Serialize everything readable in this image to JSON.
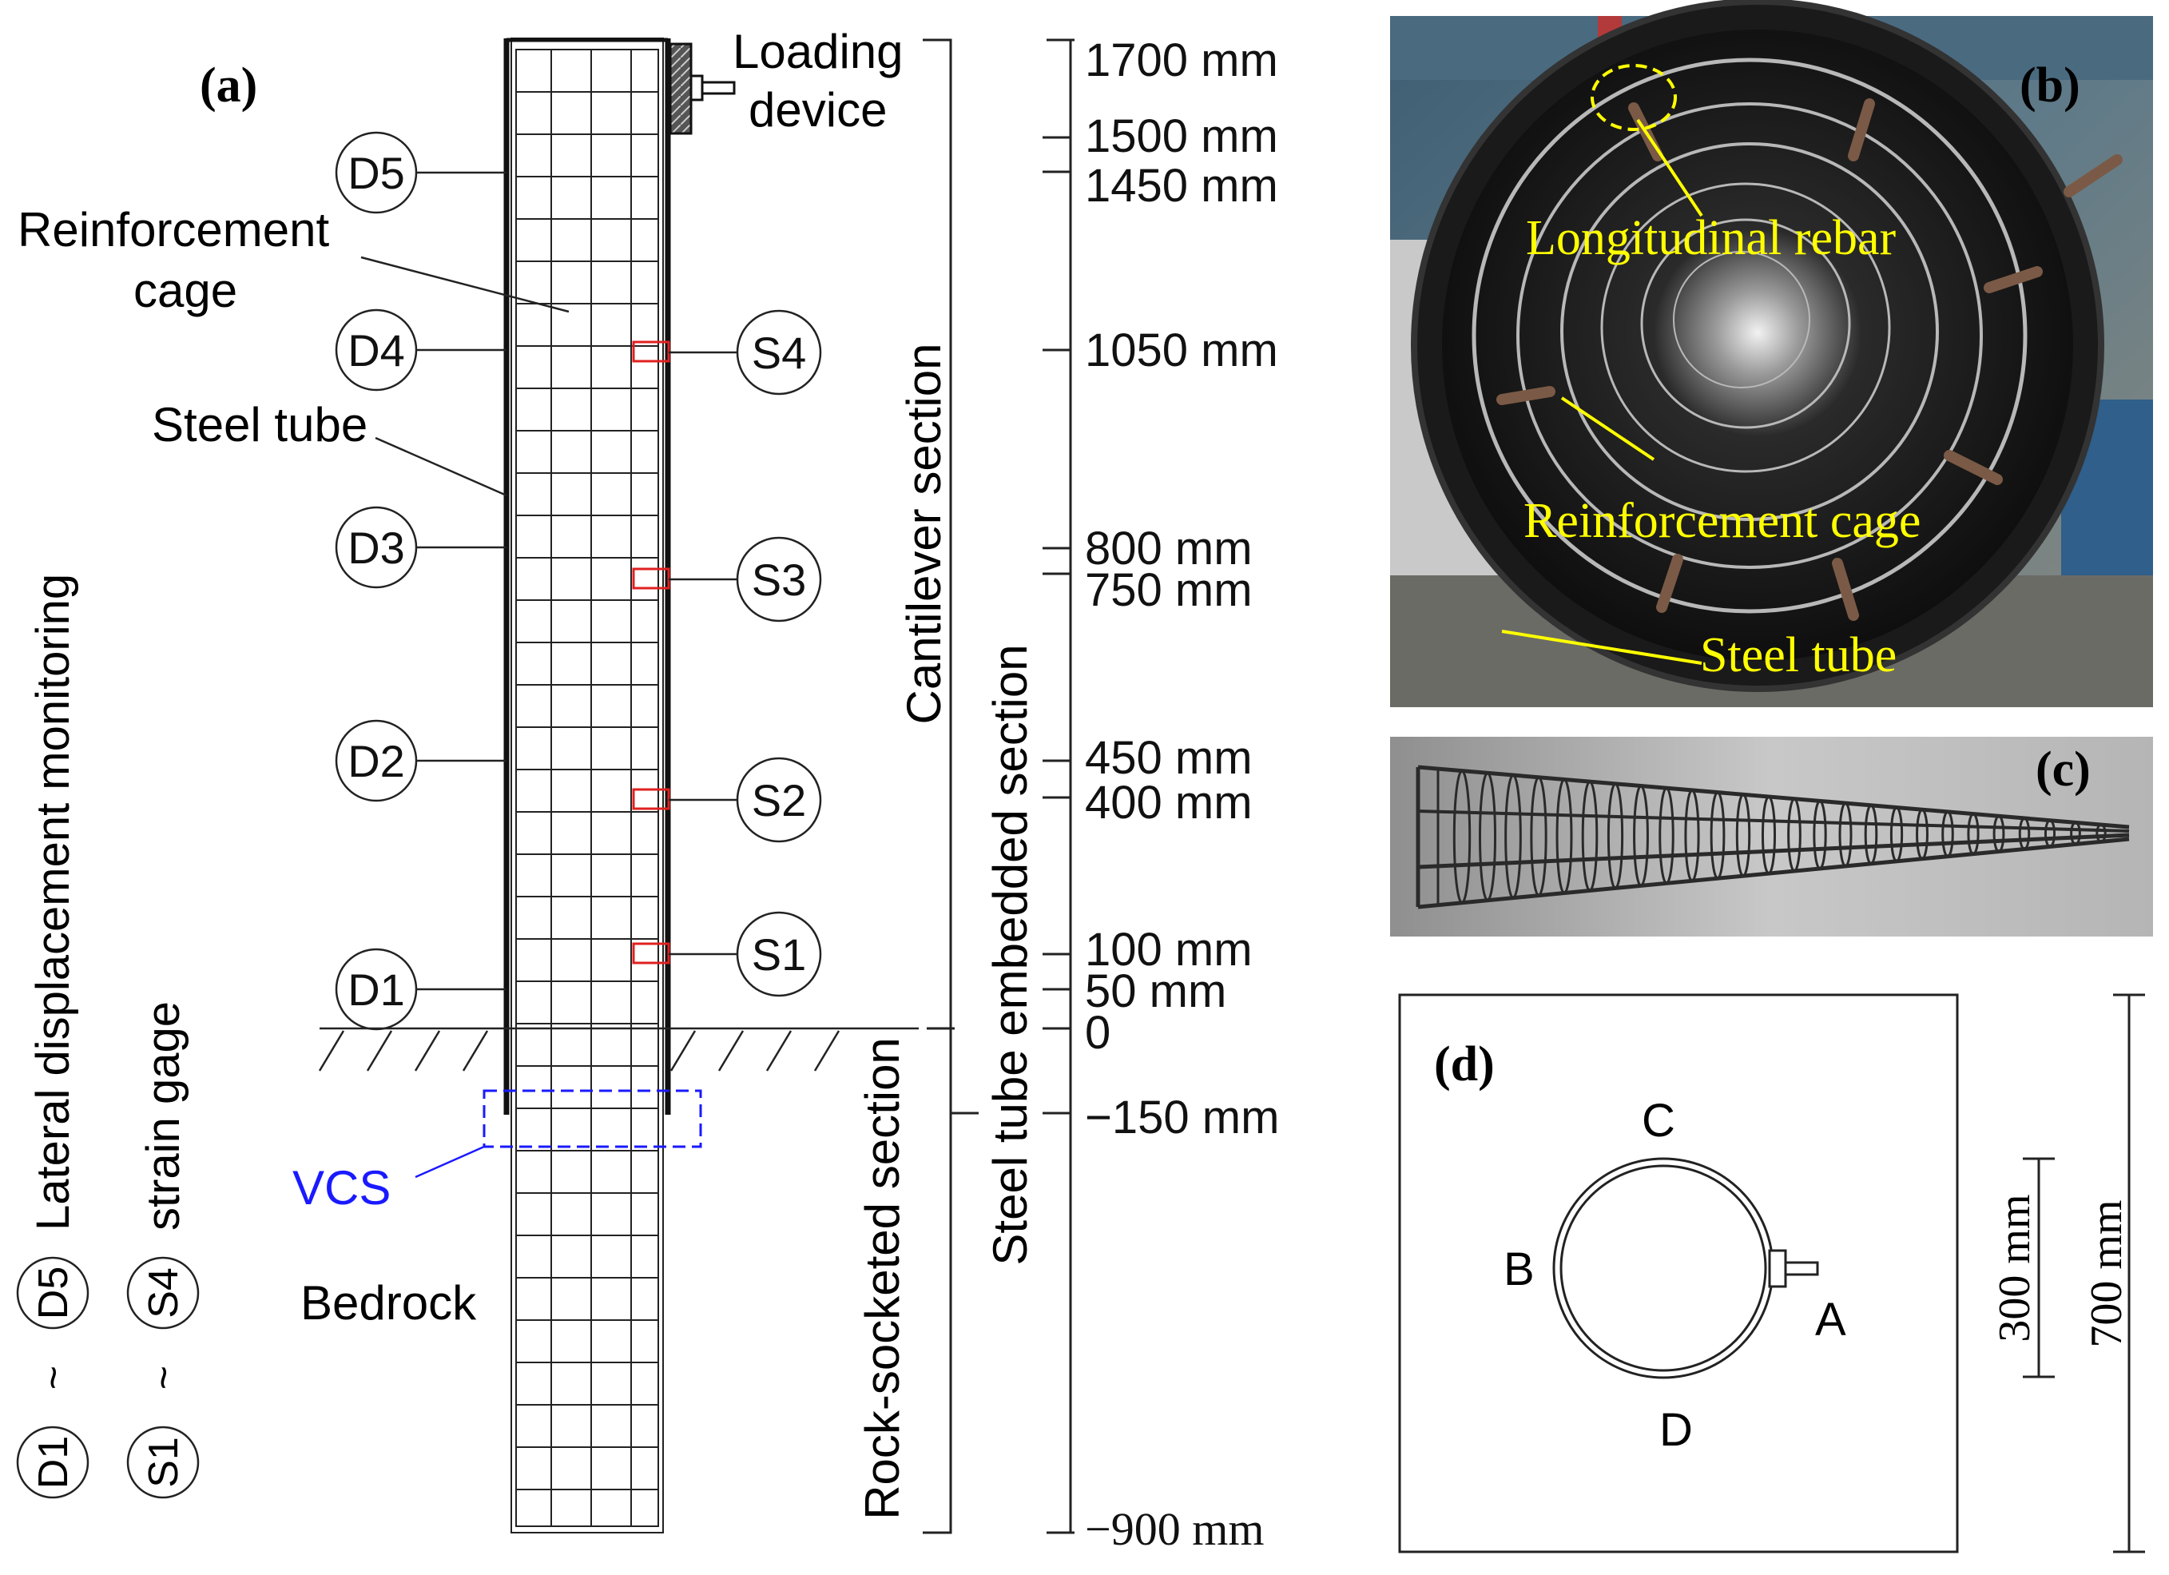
{
  "panel_a": {
    "label": "(a)",
    "loading_device": [
      "Loading",
      "device"
    ],
    "reinforcement_cage": [
      "Reinforcement",
      "cage"
    ],
    "steel_tube": "Steel tube",
    "vcs": "VCS",
    "bedrock": "Bedrock",
    "displacement_markers": [
      "D5",
      "D4",
      "D3",
      "D2",
      "D1"
    ],
    "strain_markers": [
      "S4",
      "S3",
      "S2",
      "S1"
    ],
    "cantilever_section": "Cantilever section",
    "rock_socketed_section": "Rock-socketed section",
    "embedded_section": "Steel tube embedded section",
    "elevations": [
      "1700 mm",
      "1500 mm",
      "1450 mm",
      "1050 mm",
      "800 mm",
      "750 mm",
      "450 mm",
      "400 mm",
      "100 mm",
      "50 mm",
      "0",
      "−150 mm",
      "−900 mm"
    ],
    "legend": {
      "displacement": "Lateral displacement monitoring",
      "strain": "strain gage",
      "d_from": "D1",
      "d_to": "D5",
      "s_from": "S1",
      "s_to": "S4",
      "tilde": "~"
    }
  },
  "panel_b": {
    "label": "(b)",
    "callouts": [
      "Longitudinal rebar",
      "Reinforcement cage",
      "Steel tube"
    ]
  },
  "panel_c": {
    "label": "(c)"
  },
  "panel_d": {
    "label": "(d)",
    "points": [
      "C",
      "B",
      "A",
      "D"
    ],
    "dim_inner": "300 mm",
    "dim_outer": "700 mm"
  },
  "colors": {
    "annotation_yellow": "#ffff00",
    "strain_gauge_red": "#e02020",
    "vcs_blue": "#1a1aff",
    "line": "#111111"
  }
}
